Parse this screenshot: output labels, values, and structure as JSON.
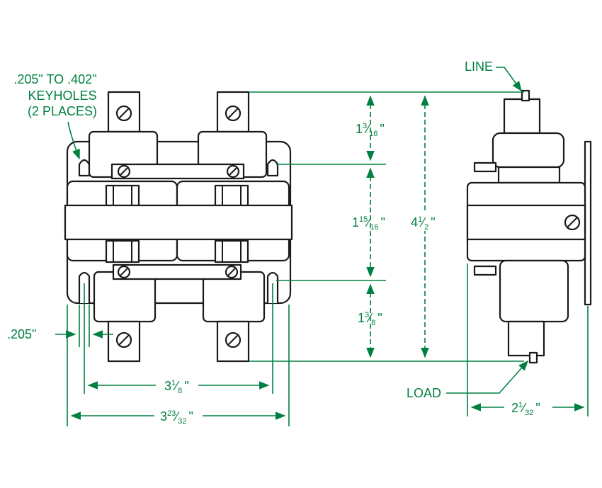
{
  "colors": {
    "dimension": "#008040",
    "outline": "#1a1a1a",
    "background": "#ffffff"
  },
  "labels": {
    "keyhole_line1": ".205\" TO .402\"",
    "keyhole_line2": "KEYHOLES",
    "keyhole_line3": "(2 PLACES)",
    "line": "LINE",
    "load": "LOAD",
    "slot": ".205\""
  },
  "dimensions": {
    "top_gap": {
      "whole": "1",
      "num": "3",
      "den": "16",
      "suffix": "\""
    },
    "mid_gap": {
      "whole": "1",
      "num": "15",
      "den": "16",
      "suffix": "\""
    },
    "bottom_gap": {
      "whole": "1",
      "num": "3",
      "den": "8",
      "suffix": "\""
    },
    "total_height": {
      "whole": "4",
      "num": "1",
      "den": "2",
      "suffix": "\""
    },
    "mount_width": {
      "whole": "3",
      "num": "1",
      "den": "8",
      "suffix": "\""
    },
    "total_width": {
      "whole": "3",
      "num": "23",
      "den": "32",
      "suffix": "\""
    },
    "side_depth": {
      "whole": "2",
      "num": "1",
      "den": "32",
      "suffix": "\""
    }
  }
}
